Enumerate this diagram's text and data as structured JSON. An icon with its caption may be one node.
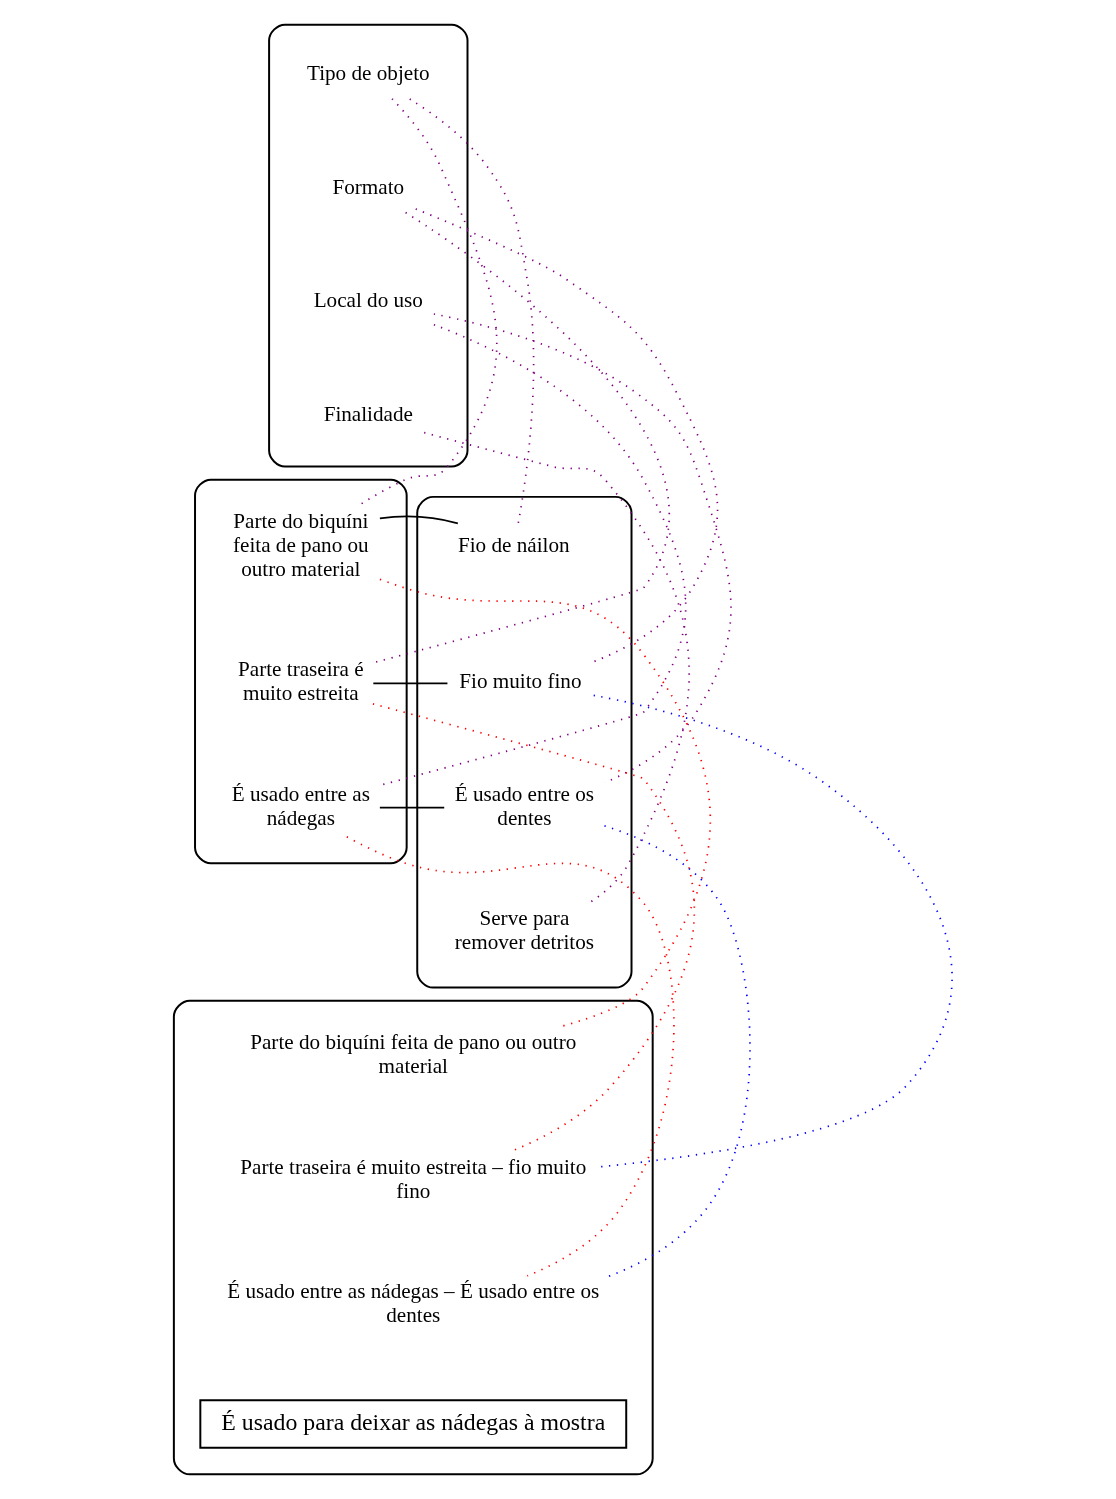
{
  "diagram": {
    "nodes": [
      {
        "text": [],
        "shape": "ellipse"
      },
      {
        "text": [
          "Tipo de objeto"
        ],
        "in": 0
      },
      {
        "text": [
          "Formato"
        ],
        "in": 0
      },
      {
        "text": [
          "Local do uso"
        ],
        "in": 0
      },
      {
        "text": [
          "Finalidade"
        ],
        "in": 0
      },
      {
        "text": [],
        "shape": "ellipse"
      },
      {
        "text": [
          "Parte do biquíni feita de pano ou outro material"
        ],
        "in": 5
      },
      {
        "text": [
          "Parte traseira é muito estreita"
        ],
        "in": 5
      },
      {
        "text": [
          "É usado entre as nádegas"
        ],
        "in": 5
      },
      {
        "text": [],
        "shape": "ellipse"
      },
      {
        "text": [
          "Fio de náilon"
        ],
        "in": 9
      },
      {
        "text": [
          "Fio muito fino"
        ],
        "in": 9
      },
      {
        "text": [
          "É usado entre os dentes"
        ],
        "in": 9
      },
      {
        "text": [
          "Serve para remover detritos"
        ],
        "in": 9
      },
      {
        "text": [],
        "shape": "ellipse"
      },
      {
        "text": [
          "Parte do biquíni feita de pano ou outro material"
        ],
        "in": 14
      },
      {
        "text": [
          "Parte traseira é muito estreita – fio muito fino"
        ],
        "in": 14
      },
      {
        "text": [
          "É usado entre as nádegas – É usado entre os dentes"
        ],
        "in": 14
      },
      {
        "text": [
          "É usado para deixar as nádegas à mostra"
        ],
        "in": 14
      }
    ],
    "edges": [
      {
        "from": 1,
        "to": 6,
        "arrow": "none",
        "style": "dashed",
        "color": "#800080"
      },
      {
        "from": 1,
        "to": 10,
        "arrow": "none",
        "style": "dashed",
        "color": "#800080"
      },
      {
        "from": 2,
        "to": 7,
        "arrow": "none",
        "style": "dashed",
        "color": "#800080"
      },
      {
        "from": 2,
        "to": 11,
        "arrow": "none",
        "style": "dashed",
        "color": "#800080"
      },
      {
        "from": 3,
        "to": 8,
        "arrow": "none",
        "style": "dashed",
        "color": "#800080"
      },
      {
        "from": 3,
        "to": 12,
        "arrow": "none",
        "style": "dashed",
        "color": "#800080"
      },
      {
        "from": 4,
        "to": 13,
        "arrow": "none",
        "style": "dashed",
        "color": "#800080"
      },
      {
        "from": 6,
        "to": 10,
        "arrow": "none",
        "color": "#000000"
      },
      {
        "from": 7,
        "to": 11,
        "arrow": "none",
        "color": "#000000"
      },
      {
        "from": 8,
        "to": 12,
        "arrow": "none",
        "color": "#000000"
      },
      {
        "from": 6,
        "to": 15,
        "arrow": "none",
        "style": "dashed",
        "color": "#ff0000"
      },
      {
        "from": 7,
        "to": 16,
        "arrow": "none",
        "style": "dashed",
        "color": "#ff0000"
      },
      {
        "from": 8,
        "to": 17,
        "arrow": "none",
        "style": "dashed",
        "color": "#ff0000"
      },
      {
        "from": 11,
        "to": 16,
        "arrow": "none",
        "style": "dashed",
        "color": "#0000ff"
      },
      {
        "from": 12,
        "to": 17,
        "arrow": "none",
        "style": "dashed",
        "color": "#0000ff"
      }
    ]
  }
}
